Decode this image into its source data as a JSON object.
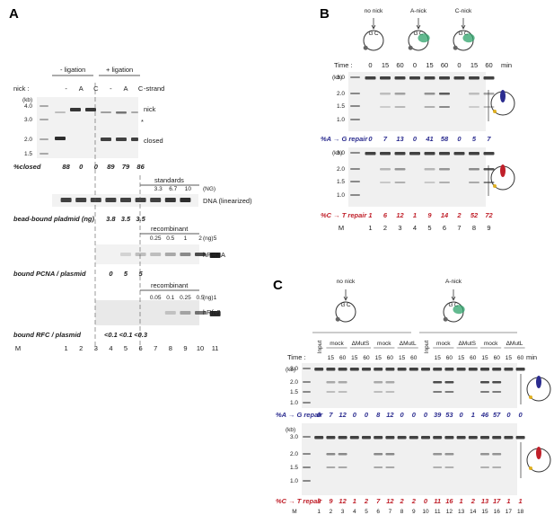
{
  "panels": {
    "A": "A",
    "B": "B",
    "C": "C"
  },
  "panelA": {
    "ligation_minus": "- ligation",
    "ligation_plus": "+ ligation",
    "nick_label": "nick :",
    "nick_types": [
      "-",
      "A",
      "C",
      "-",
      "A",
      "C"
    ],
    "strand_label": "-strand",
    "kb": "(kb)",
    "markers": [
      "4.0",
      "3.0",
      "2.0",
      "1.5"
    ],
    "band_nick": "nick",
    "band_closed": "closed",
    "star": "*",
    "closed_label": "%closed",
    "closed_values": [
      "88",
      "0",
      "0",
      "89",
      "79",
      "86"
    ],
    "standards": "standards",
    "std_values": [
      "3.3",
      "6.7",
      "10"
    ],
    "ng": "(NG)",
    "dna_label": "DNA (linearized)",
    "bead_label": "bead-bound pladmid (ng)",
    "bead_values": [
      "3.8",
      "3.5",
      "3.5"
    ],
    "recombinant": "recombinant",
    "pcna_amounts": [
      "0.25",
      "0.5",
      "1",
      "2",
      "5"
    ],
    "ng2": "(ng)",
    "pcna_label": "hPCNA",
    "pcna_bound": "bound PCNA / plasmid",
    "pcna_values": [
      "0",
      "5",
      "5"
    ],
    "recombinant2": "recombinant",
    "rfc_amounts": [
      "0.05",
      "0.1",
      "0.25",
      "0.5",
      "1"
    ],
    "ng3": "(ng)",
    "rfc_label": "hRfc2",
    "rfc_bound": "bound RFC / plasmid",
    "rfc_values": [
      "<0.1",
      "<0.1",
      "<0.3"
    ],
    "lanes": [
      "M",
      "1",
      "2",
      "3",
      "4",
      "5",
      "6",
      "7",
      "8",
      "9",
      "10",
      "11"
    ]
  },
  "panelB": {
    "conditions": [
      "no nick",
      "A-nick",
      "C-nick"
    ],
    "time_label": "Time :",
    "times": [
      "0",
      "15",
      "60",
      "0",
      "15",
      "60",
      "0",
      "15",
      "60"
    ],
    "min": "min",
    "kb": "(kb)",
    "markers": [
      "3.0",
      "2.0",
      "1.5",
      "1.0"
    ],
    "ag_label": "%A → G repair",
    "ag_values": [
      "0",
      "7",
      "13",
      "0",
      "41",
      "58",
      "0",
      "5",
      "7"
    ],
    "ct_label": "%C → T repair",
    "ct_values": [
      "1",
      "6",
      "12",
      "1",
      "9",
      "14",
      "2",
      "52",
      "72"
    ],
    "lanes": [
      "M",
      "1",
      "2",
      "3",
      "4",
      "5",
      "6",
      "7",
      "8",
      "9"
    ]
  },
  "panelC": {
    "conditions": [
      "no nick",
      "A-nick"
    ],
    "time_label": "Time :",
    "groups": [
      "Input",
      "mock",
      "ΔMutS",
      "mock",
      "ΔMutL",
      "Input",
      "mock",
      "ΔMutS",
      "mock",
      "ΔMutL"
    ],
    "times": [
      "15",
      "60",
      "15",
      "60",
      "15",
      "60",
      "15",
      "60",
      "15",
      "60",
      "15",
      "60",
      "15",
      "60",
      "15",
      "60"
    ],
    "min": "min",
    "kb": "(kb)",
    "markers": [
      "3.0",
      "2.0",
      "1.5",
      "1.0"
    ],
    "ag_label": "%A → G repair",
    "ag_values": [
      "0",
      "7",
      "12",
      "0",
      "0",
      "8",
      "12",
      "0",
      "0",
      "0",
      "39",
      "53",
      "0",
      "1",
      "46",
      "57",
      "0",
      "0"
    ],
    "ct_label": "%C → T repair",
    "ct_values": [
      "3",
      "9",
      "12",
      "1",
      "2",
      "7",
      "12",
      "2",
      "2",
      "0",
      "11",
      "16",
      "1",
      "2",
      "13",
      "17",
      "1",
      "1"
    ],
    "lanes": [
      "M",
      "1",
      "2",
      "3",
      "4",
      "5",
      "6",
      "7",
      "8",
      "9",
      "10",
      "11",
      "12",
      "13",
      "14",
      "15",
      "16",
      "17",
      "18"
    ]
  },
  "colors": {
    "blue": "#2b2c8f",
    "red": "#c0202a",
    "green": "#2fa36b",
    "gel": "#f2f2f2"
  }
}
